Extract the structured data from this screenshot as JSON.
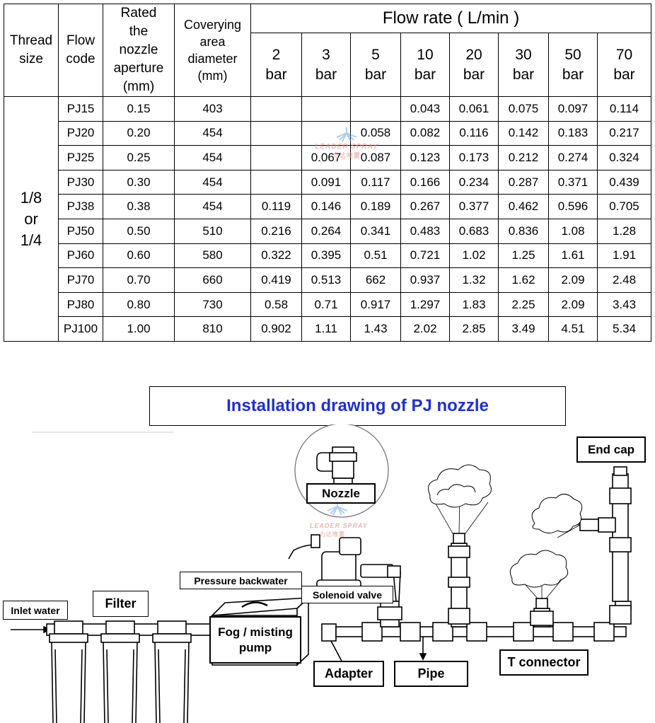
{
  "table": {
    "headers": {
      "thread_size": [
        "Thread",
        "size"
      ],
      "flow_code": [
        "Flow",
        "code"
      ],
      "aperture": [
        "Rated",
        "the",
        "nozzle",
        "aperture",
        "(mm)"
      ],
      "area": [
        "Coverying",
        "area",
        "diameter",
        "(mm)"
      ],
      "flow_rate": "Flow rate ( L/min )"
    },
    "bar_columns": [
      {
        "value": "2",
        "unit": "bar"
      },
      {
        "value": "3",
        "unit": "bar"
      },
      {
        "value": "5",
        "unit": "bar"
      },
      {
        "value": "10",
        "unit": "bar"
      },
      {
        "value": "20",
        "unit": "bar"
      },
      {
        "value": "30",
        "unit": "bar"
      },
      {
        "value": "50",
        "unit": "bar"
      },
      {
        "value": "70",
        "unit": "bar"
      }
    ],
    "thread_size_value": [
      "1/8",
      "or",
      "1/4"
    ],
    "rows": [
      {
        "code": "PJ15",
        "aperture": "0.15",
        "area": "403",
        "flow": [
          "",
          "",
          "",
          "0.043",
          "0.061",
          "0.075",
          "0.097",
          "0.114"
        ]
      },
      {
        "code": "PJ20",
        "aperture": "0.20",
        "area": "454",
        "flow": [
          "",
          "",
          "0.058",
          "0.082",
          "0.116",
          "0.142",
          "0.183",
          "0.217"
        ]
      },
      {
        "code": "PJ25",
        "aperture": "0.25",
        "area": "454",
        "flow": [
          "",
          "0.067",
          "0.087",
          "0.123",
          "0.173",
          "0.212",
          "0.274",
          "0.324"
        ]
      },
      {
        "code": "PJ30",
        "aperture": "0.30",
        "area": "454",
        "flow": [
          "",
          "0.091",
          "0.117",
          "0.166",
          "0.234",
          "0.287",
          "0.371",
          "0.439"
        ]
      },
      {
        "code": "PJ38",
        "aperture": "0.38",
        "area": "454",
        "flow": [
          "0.119",
          "0.146",
          "0.189",
          "0.267",
          "0.377",
          "0.462",
          "0.596",
          "0.705"
        ]
      },
      {
        "code": "PJ50",
        "aperture": "0.50",
        "area": "510",
        "flow": [
          "0.216",
          "0.264",
          "0.341",
          "0.483",
          "0.683",
          "0.836",
          "1.08",
          "1.28"
        ]
      },
      {
        "code": "PJ60",
        "aperture": "0.60",
        "area": "580",
        "flow": [
          "0.322",
          "0.395",
          "0.51",
          "0.721",
          "1.02",
          "1.25",
          "1.61",
          "1.91"
        ]
      },
      {
        "code": "PJ70",
        "aperture": "0.70",
        "area": "660",
        "flow": [
          "0.419",
          "0.513",
          "662",
          "0.937",
          "1.32",
          "1.62",
          "2.09",
          "2.48"
        ]
      },
      {
        "code": "PJ80",
        "aperture": "0.80",
        "area": "730",
        "flow": [
          "0.58",
          "0.71",
          "0.917",
          "1.297",
          "1.83",
          "2.25",
          "2.09",
          "3.43"
        ]
      },
      {
        "code": "PJ100",
        "aperture": "1.00",
        "area": "810",
        "flow": [
          "0.902",
          "1.11",
          "1.43",
          "2.02",
          "2.85",
          "3.49",
          "4.51",
          "5.34"
        ]
      }
    ]
  },
  "drawing": {
    "title": "Installation drawing of PJ nozzle",
    "labels": {
      "end_cap": "End cap",
      "nozzle": "Nozzle",
      "pressure_backwater": "Pressure backwater",
      "solenoid_valve": "Solenoid valve",
      "inlet_water": "Inlet water",
      "filter": "Filter",
      "pump": "Fog / misting pump",
      "adapter": "Adapter",
      "pipe": "Pipe",
      "t_connector": "T connector"
    }
  },
  "watermark": {
    "text": "LEADER SPRAY",
    "chinese": "力达喷雾"
  },
  "colors": {
    "title": "#1f2fd6",
    "watermark": "#e58f8f",
    "watermark_icon": "#6aa7e0"
  }
}
